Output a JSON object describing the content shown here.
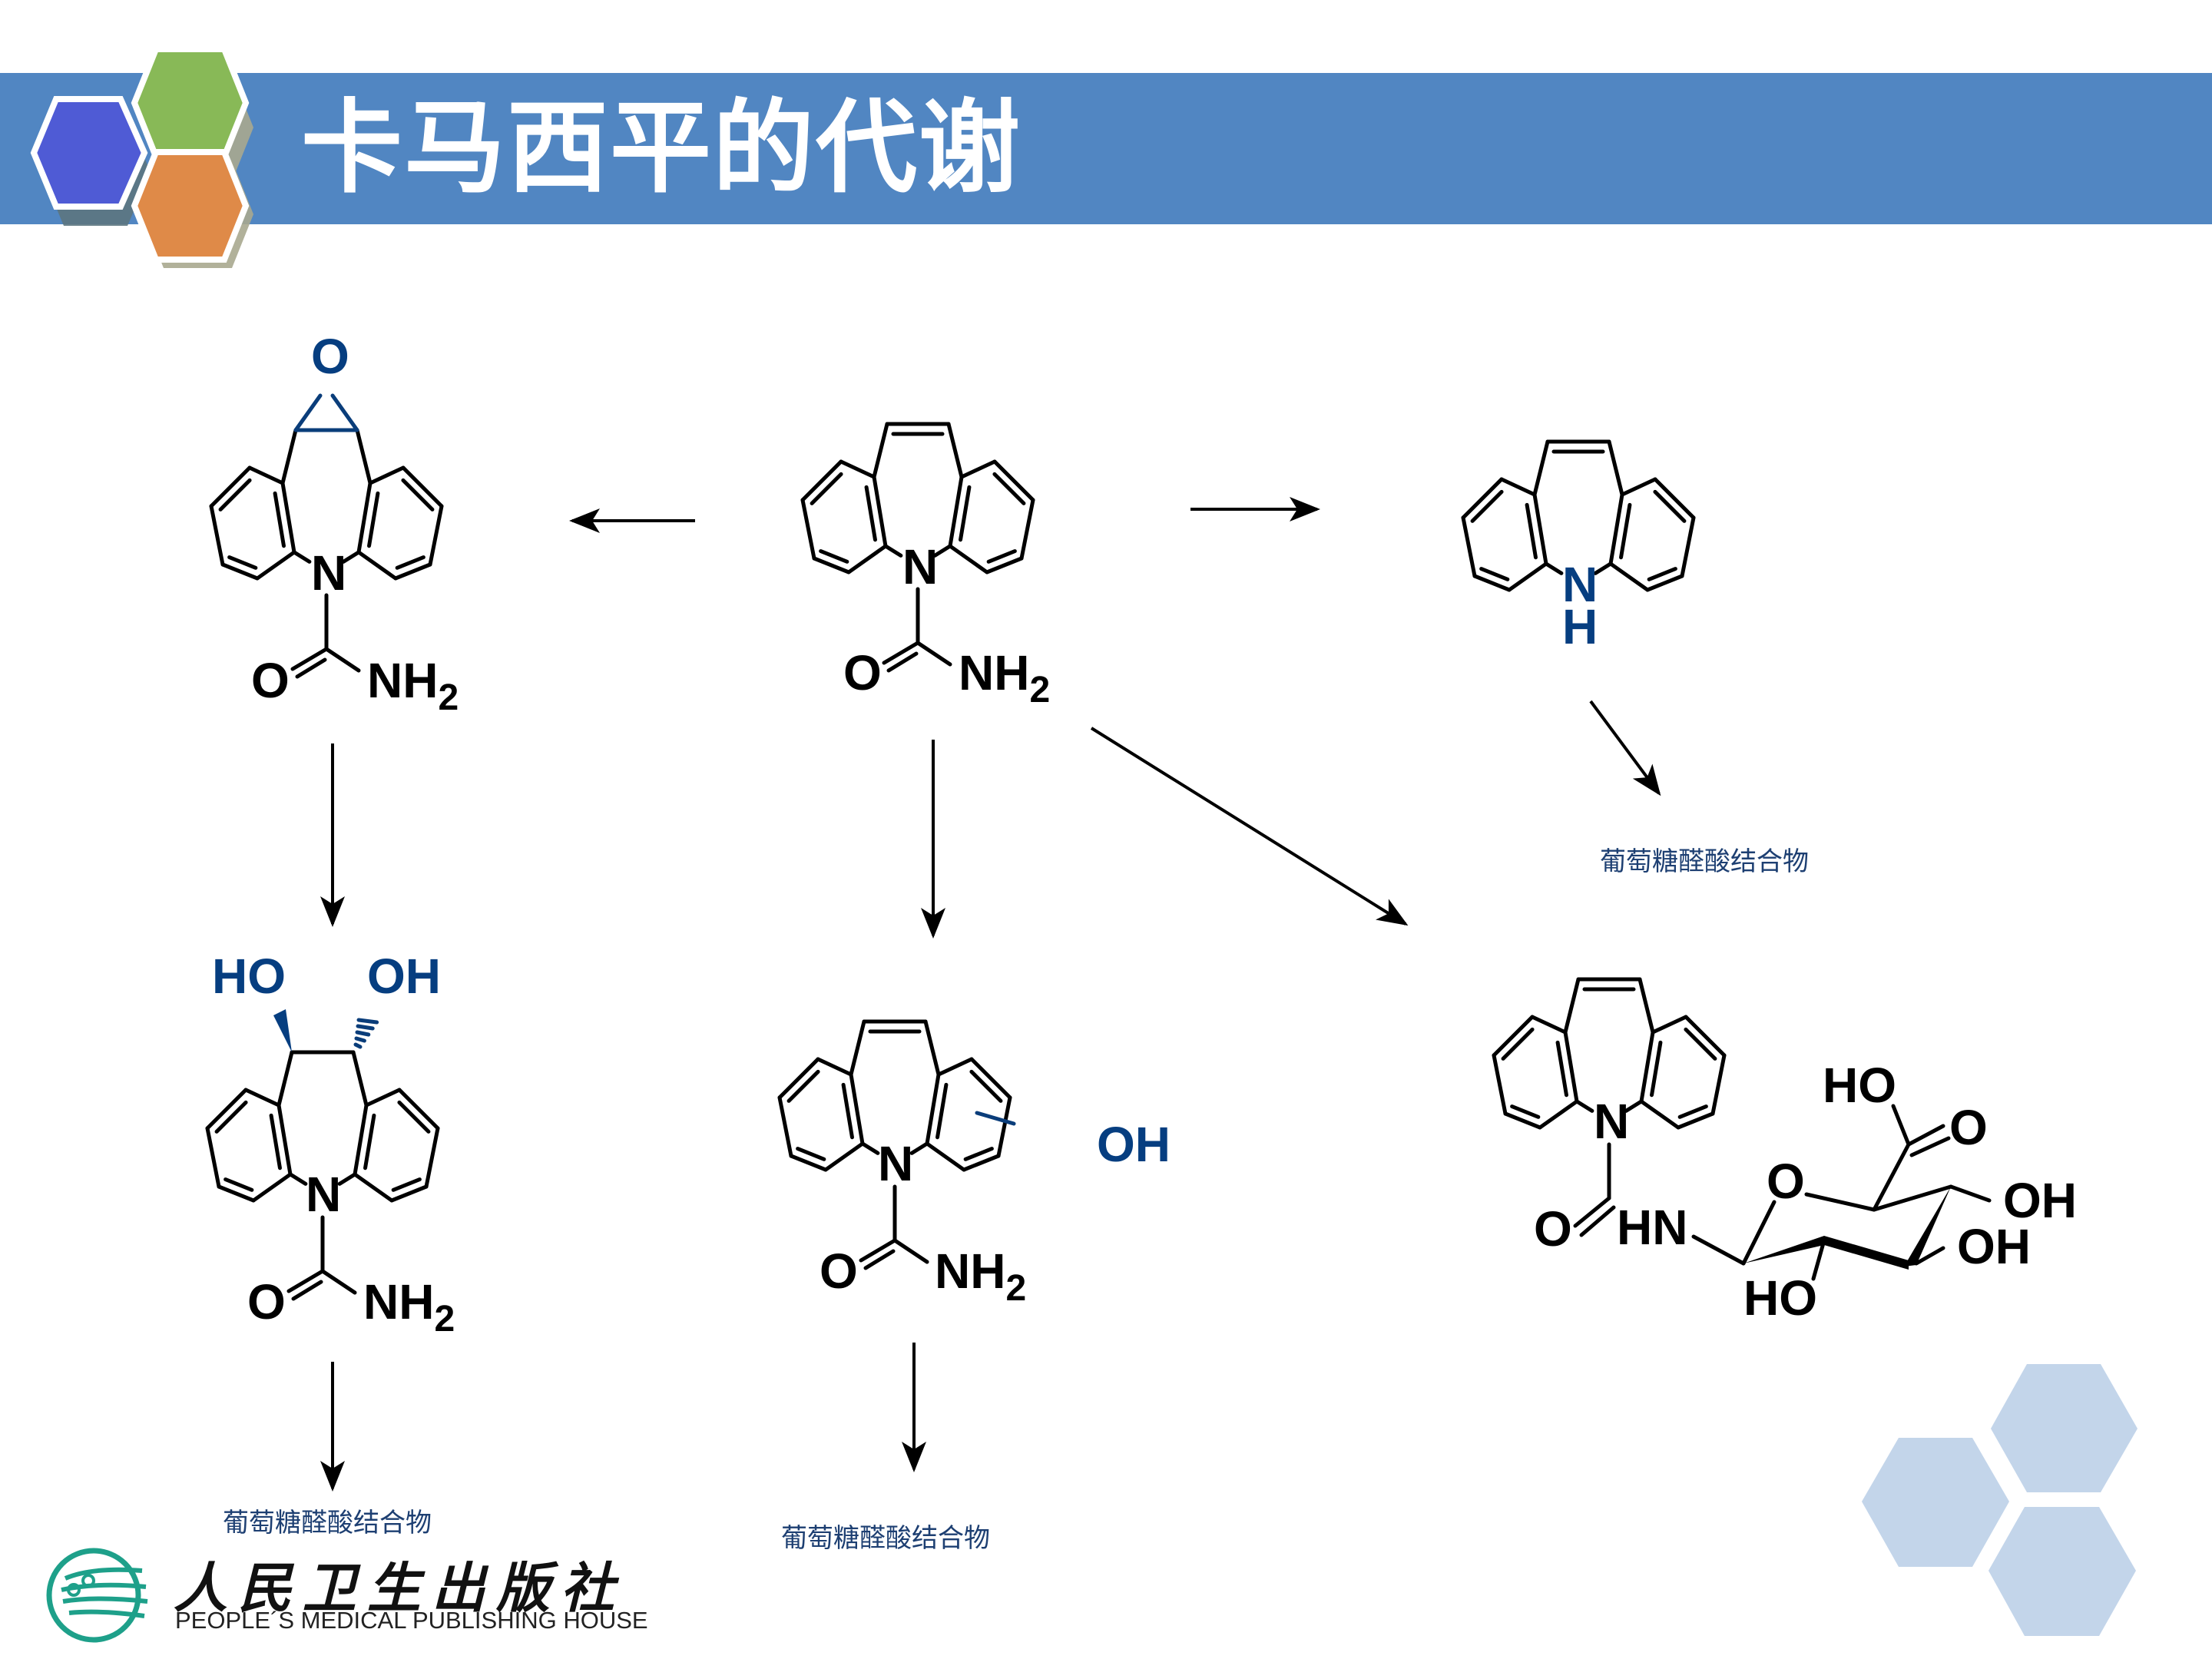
{
  "slide": {
    "title": "卡马西平的代谢",
    "colors": {
      "header_band": "#5186c2",
      "hex_blue": "#4f5bd5",
      "hex_green": "#88b957",
      "hex_orange": "#df8a48",
      "hex_decor": "#c3d5ea",
      "hetero_atom_blue": "#063e80",
      "label_text": "#1d3f72",
      "logo_teal": "#1ea08a"
    }
  },
  "molecules": {
    "carbamazepine": {
      "name": "carbamazepine",
      "atoms": {
        "n": "N",
        "o": "O",
        "nh2": "NH",
        "nh2_sub": "2"
      }
    },
    "epoxide": {
      "name": "carbamazepine-10,11-epoxide",
      "atoms": {
        "epoxide_o": "O",
        "n": "N",
        "o": "O",
        "nh2": "NH",
        "nh2_sub": "2"
      }
    },
    "iminostilbene": {
      "name": "iminostilbene",
      "atoms": {
        "n": "N",
        "h": "H"
      }
    },
    "diol": {
      "name": "10,11-dihydroxy-carbamazepine",
      "atoms": {
        "ho": "HO",
        "oh": "OH",
        "n": "N",
        "o": "O",
        "nh2": "NH",
        "nh2_sub": "2"
      }
    },
    "hydroxy": {
      "name": "hydroxy-carbamazepine",
      "atoms": {
        "oh": "OH",
        "n": "N",
        "o": "O",
        "nh2": "NH",
        "nh2_sub": "2"
      }
    },
    "n_glucuronide": {
      "name": "carbamazepine-N-glucuronide",
      "atoms": {
        "n": "N",
        "o": "O",
        "hn": "HN",
        "ring_o": "O",
        "cooh_ho": "HO",
        "cooh_o": "O",
        "oh1": "OH",
        "oh2": "OH",
        "oh3": "HO"
      }
    }
  },
  "labels": {
    "glucuronide_conjugate_1": "葡萄糖醛酸结合物",
    "glucuronide_conjugate_2": "葡萄糖醛酸结合物",
    "glucuronide_conjugate_3": "葡萄糖醛酸结合物"
  },
  "publisher": {
    "name_cn": "人民卫生出版社",
    "name_en": "PEOPLE´S MEDICAL PUBLISHING HOUSE"
  }
}
